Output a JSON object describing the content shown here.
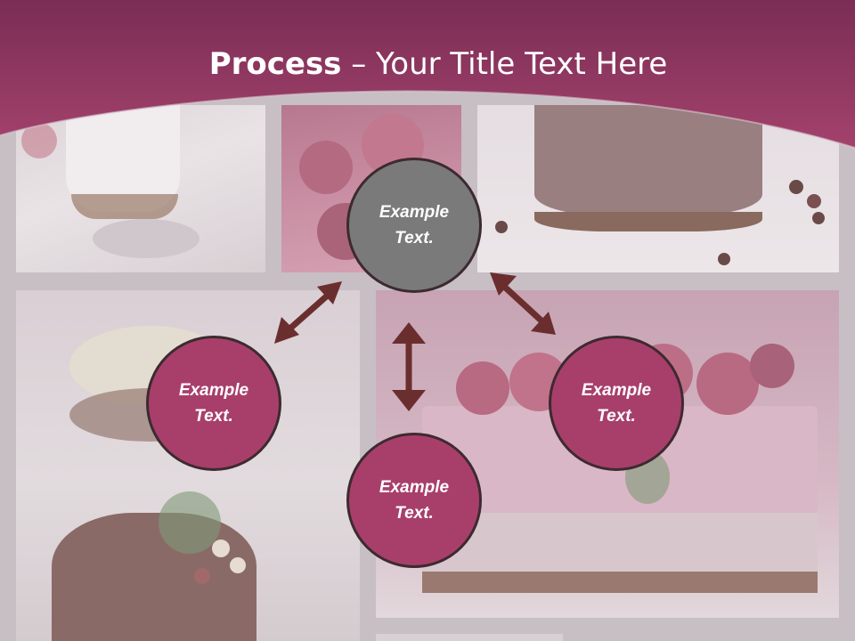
{
  "slide": {
    "title_bold": "Process",
    "title_rest": " – Your Title Text Here"
  },
  "nodes": [
    {
      "id": "center",
      "label": "Example\nText."
    },
    {
      "id": "left",
      "label": "Example\nText."
    },
    {
      "id": "right",
      "label": "Example\nText."
    },
    {
      "id": "bottom",
      "label": "Example\nText."
    }
  ],
  "colors": {
    "header": "#a3426c",
    "arrow": "#6b2e2e",
    "center_fill": "#7a7a7a",
    "node_fill": "#a83f6b",
    "node_border": "#3d2a30"
  }
}
